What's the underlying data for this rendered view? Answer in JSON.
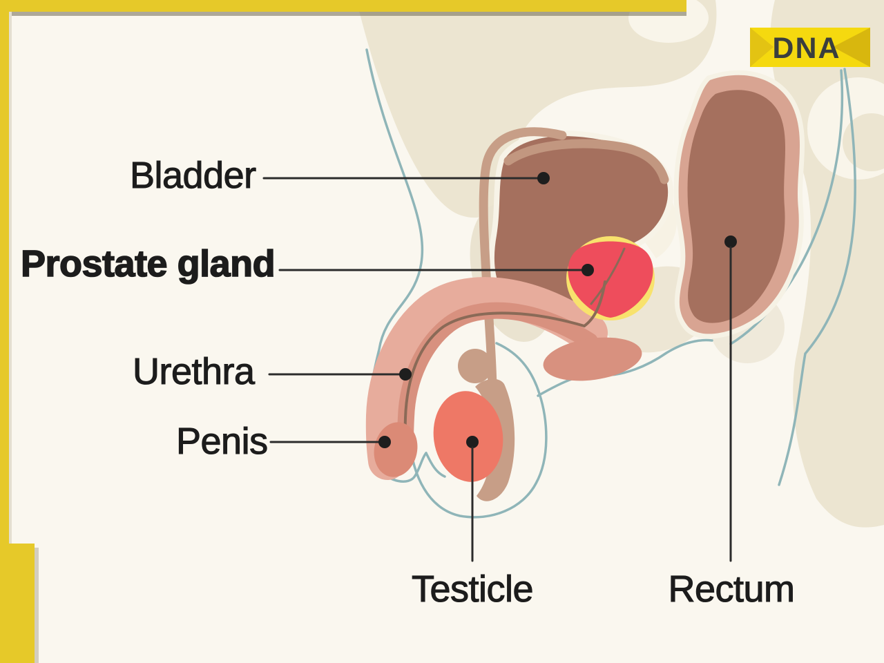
{
  "header": {
    "logo_text": "DNA"
  },
  "diagram": {
    "labels": {
      "bladder": "Bladder",
      "prostate_gland": "Prostate gland",
      "urethra": "Urethra",
      "penis": "Penis",
      "testicle": "Testicle",
      "rectum": "Rectum"
    },
    "colors": {
      "background": "#FAF7EF",
      "body_beige": "#ECE5D1",
      "outline_blue": "#8FB5B8",
      "organ_brown": "#A5705E",
      "rectum_band_pink": "#D8A492",
      "prostate_red": "#EE4D5C",
      "prostate_highlight_yellow": "#F8E26D",
      "penis_pink": "#E7AC9C",
      "penis_shade": "#D8917F",
      "testicle_salmon": "#EE7866",
      "duct_tan": "#C79E87",
      "frame_yellow": "#E6C929",
      "logo_yellow": "#F5D90F",
      "leader_black": "#2B2B2B"
    }
  }
}
